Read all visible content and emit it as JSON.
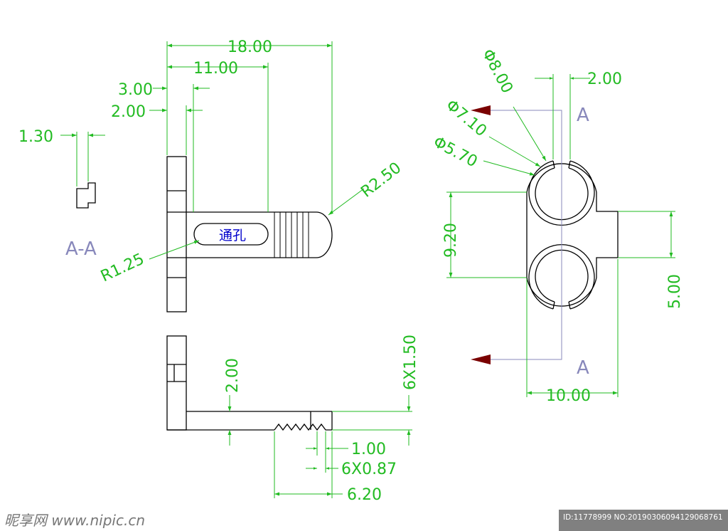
{
  "diagram": {
    "dimensions": {
      "d18": "18.00",
      "d11": "11.00",
      "d3": "3.00",
      "d2_top": "2.00",
      "d130": "1.30",
      "r250": "R2.50",
      "r125": "R1.25",
      "phi8": "Φ8.00",
      "phi71": "Φ7.10",
      "phi57": "Φ5.70",
      "d2_right": "2.00",
      "d92": "9.20",
      "d5": "5.00",
      "d10": "10.00",
      "d2_bottom": "2.00",
      "d6x150": "6X1.50",
      "d1": "1.00",
      "d6x087": "6X0.87",
      "d620": "6.20"
    },
    "labels": {
      "section_aa": "A-A",
      "section_a_top": "A",
      "section_a_bottom": "A",
      "through_hole": "通孔"
    },
    "colors": {
      "dimension": "#22bb22",
      "outline": "#000000",
      "section": "#8888bb",
      "arrow": "#7a0000",
      "note": "#0000cc"
    }
  },
  "watermark": {
    "left": "昵享网 www.nipic.cn",
    "id": "ID:11778999 NO:20190306094129068761"
  }
}
